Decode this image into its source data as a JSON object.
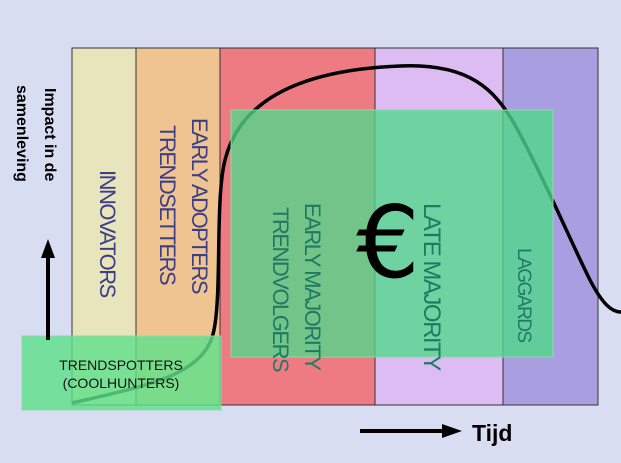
{
  "y_axis_label": [
    "Impact in de",
    "samenleving"
  ],
  "x_axis_label": "Tijd",
  "segments": [
    {
      "lines": [
        "INNOVATORS"
      ],
      "color": "#e8e4bc"
    },
    {
      "lines": [
        "EARLY ADOPTERS",
        "TRENDSETTERS"
      ],
      "color": "#f0c490"
    },
    {
      "lines": [
        "EARLY MAJORITY",
        "TRENDVOLGERS"
      ],
      "color": "#ee7b82"
    },
    {
      "lines": [
        "LATE MAJORITY"
      ],
      "color": "#dcbcf2"
    },
    {
      "lines": [
        "LAGGARDS"
      ],
      "color": "#a99ee0"
    }
  ],
  "overlay_box": {
    "label": [
      "TRENDSPOTTERS",
      "(COOLHUNTERS)"
    ],
    "color": "#5fe08a"
  },
  "money_overlay": {
    "symbol": "€",
    "color": "#4fd98a"
  }
}
